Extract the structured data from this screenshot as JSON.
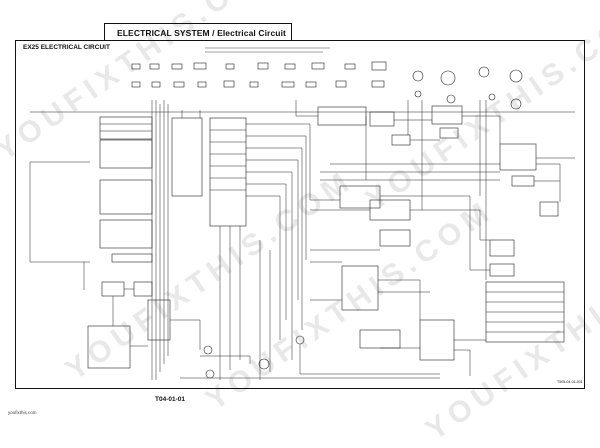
{
  "header": {
    "title": "ELECTRICAL SYSTEM / Electrical Circuit"
  },
  "diagram": {
    "title": "EX25 ELECTRICAL CIRCUIT",
    "page_number": "T04-01-01",
    "doc_code": "T505-04-01-001"
  },
  "credit": "youfixthis.com",
  "watermarks": [
    "YOUFIXTHIS.COM",
    "YOUFIXTHIS.COM",
    "YOUFIXTHIS.COM",
    "YOUFIXTHIS.COM",
    "YOUFIXTHIS.COM"
  ]
}
